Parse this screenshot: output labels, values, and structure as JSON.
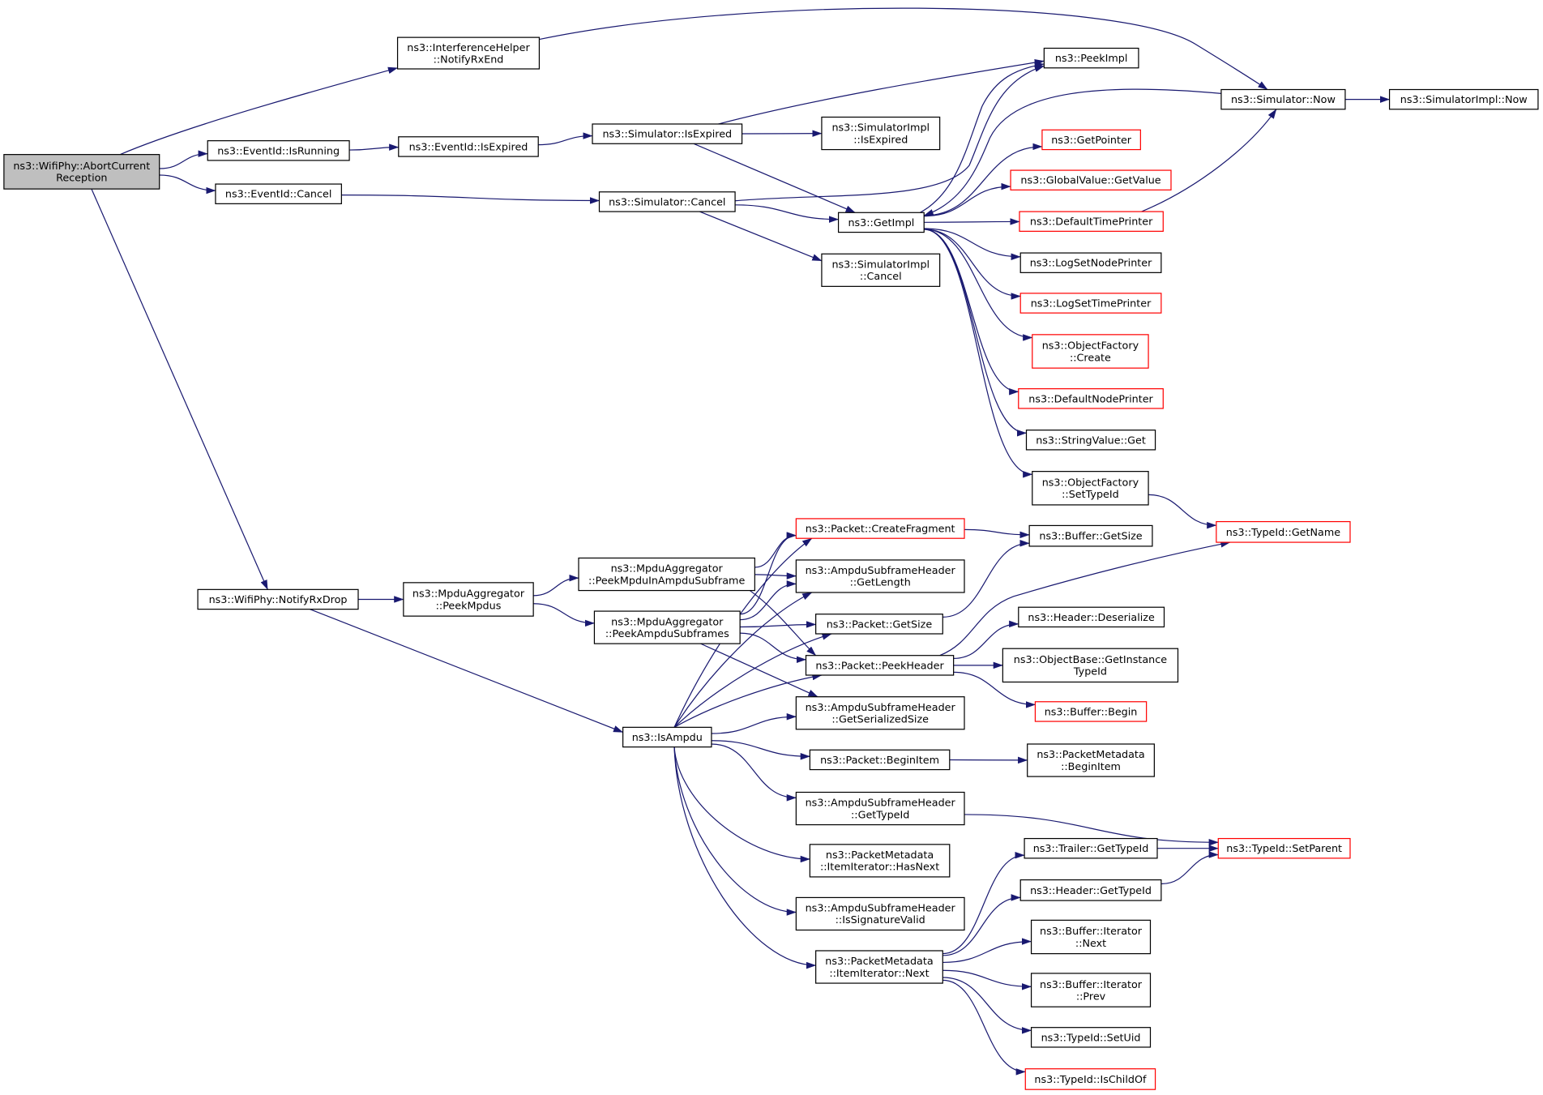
{
  "diagram": {
    "colors": {
      "edge": "#191970",
      "node_border": "#000000",
      "node_fill": "#ffffff",
      "label": "#000000",
      "background": "#ffffff"
    },
    "nodes": [
      {
        "lines": [
          "ns3::WifiPhy::AbortCurrent",
          "Reception"
        ],
        "fill": "#bfbfbf"
      },
      {
        "lines": [
          "ns3::InterferenceHelper",
          "::NotifyRxEnd"
        ]
      },
      {
        "lines": [
          "ns3::EventId::IsRunning"
        ]
      },
      {
        "lines": [
          "ns3::EventId::IsExpired"
        ]
      },
      {
        "lines": [
          "ns3::Simulator::IsExpired"
        ]
      },
      {
        "lines": [
          "ns3::SimulatorImpl",
          "::IsExpired"
        ]
      },
      {
        "lines": [
          "ns3::PeekImpl"
        ]
      },
      {
        "lines": [
          "ns3::Simulator::Now"
        ]
      },
      {
        "lines": [
          "ns3::SimulatorImpl::Now"
        ]
      },
      {
        "lines": [
          "ns3::GetPointer"
        ],
        "border": "#ff0000"
      },
      {
        "lines": [
          "ns3::GlobalValue::GetValue"
        ],
        "border": "#ff0000"
      },
      {
        "lines": [
          "ns3::EventId::Cancel"
        ]
      },
      {
        "lines": [
          "ns3::Simulator::Cancel"
        ]
      },
      {
        "lines": [
          "ns3::GetImpl"
        ]
      },
      {
        "lines": [
          "ns3::DefaultTimePrinter"
        ],
        "border": "#ff0000"
      },
      {
        "lines": [
          "ns3::LogSetNodePrinter"
        ]
      },
      {
        "lines": [
          "ns3::SimulatorImpl",
          "::Cancel"
        ]
      },
      {
        "lines": [
          "ns3::LogSetTimePrinter"
        ],
        "border": "#ff0000"
      },
      {
        "lines": [
          "ns3::ObjectFactory",
          "::Create"
        ],
        "border": "#ff0000"
      },
      {
        "lines": [
          "ns3::DefaultNodePrinter"
        ],
        "border": "#ff0000"
      },
      {
        "lines": [
          "ns3::StringValue::Get"
        ]
      },
      {
        "lines": [
          "ns3::ObjectFactory",
          "::SetTypeId"
        ]
      },
      {
        "lines": [
          "ns3::TypeId::GetName"
        ],
        "border": "#ff0000"
      },
      {
        "lines": [
          "ns3::Packet::CreateFragment"
        ],
        "border": "#ff0000"
      },
      {
        "lines": [
          "ns3::Buffer::GetSize"
        ]
      },
      {
        "lines": [
          "ns3::MpduAggregator",
          "::PeekMpduInAmpduSubframe"
        ]
      },
      {
        "lines": [
          "ns3::AmpduSubframeHeader",
          "::GetLength"
        ]
      },
      {
        "lines": [
          "ns3::WifiPhy::NotifyRxDrop"
        ]
      },
      {
        "lines": [
          "ns3::MpduAggregator",
          "::PeekMpdus"
        ]
      },
      {
        "lines": [
          "ns3::MpduAggregator",
          "::PeekAmpduSubframes"
        ]
      },
      {
        "lines": [
          "ns3::Packet::GetSize"
        ]
      },
      {
        "lines": [
          "ns3::Header::Deserialize"
        ]
      },
      {
        "lines": [
          "ns3::Packet::PeekHeader"
        ]
      },
      {
        "lines": [
          "ns3::ObjectBase::GetInstance",
          "TypeId"
        ]
      },
      {
        "lines": [
          "ns3::Buffer::Begin"
        ],
        "border": "#ff0000"
      },
      {
        "lines": [
          "ns3::AmpduSubframeHeader",
          "::GetSerializedSize"
        ]
      },
      {
        "lines": [
          "ns3::IsAmpdu"
        ]
      },
      {
        "lines": [
          "ns3::Packet::BeginItem"
        ]
      },
      {
        "lines": [
          "ns3::PacketMetadata",
          "::BeginItem"
        ]
      },
      {
        "lines": [
          "ns3::AmpduSubframeHeader",
          "::GetTypeId"
        ]
      },
      {
        "lines": [
          "ns3::TypeId::SetParent"
        ],
        "border": "#ff0000"
      },
      {
        "lines": [
          "ns3::Trailer::GetTypeId"
        ]
      },
      {
        "lines": [
          "ns3::PacketMetadata",
          "::ItemIterator::HasNext"
        ]
      },
      {
        "lines": [
          "ns3::Header::GetTypeId"
        ]
      },
      {
        "lines": [
          "ns3::AmpduSubframeHeader",
          "::IsSignatureValid"
        ]
      },
      {
        "lines": [
          "ns3::Buffer::Iterator",
          "::Next"
        ]
      },
      {
        "lines": [
          "ns3::PacketMetadata",
          "::ItemIterator::Next"
        ]
      },
      {
        "lines": [
          "ns3::Buffer::Iterator",
          "::Prev"
        ]
      },
      {
        "lines": [
          "ns3::TypeId::SetUid"
        ]
      },
      {
        "lines": [
          "ns3::TypeId::IsChildOf"
        ],
        "border": "#ff0000"
      }
    ],
    "edges": [
      [
        0,
        1
      ],
      [
        0,
        2
      ],
      [
        0,
        11
      ],
      [
        0,
        27
      ],
      [
        1,
        7
      ],
      [
        2,
        3
      ],
      [
        3,
        4
      ],
      [
        4,
        5
      ],
      [
        4,
        6
      ],
      [
        4,
        13
      ],
      [
        7,
        8
      ],
      [
        7,
        13
      ],
      [
        11,
        12
      ],
      [
        12,
        13
      ],
      [
        12,
        6
      ],
      [
        12,
        16
      ],
      [
        13,
        6
      ],
      [
        13,
        9
      ],
      [
        13,
        10
      ],
      [
        13,
        14
      ],
      [
        13,
        15
      ],
      [
        13,
        17
      ],
      [
        13,
        18
      ],
      [
        13,
        19
      ],
      [
        13,
        20
      ],
      [
        13,
        21
      ],
      [
        14,
        7
      ],
      [
        21,
        22
      ],
      [
        23,
        24
      ],
      [
        25,
        23
      ],
      [
        25,
        26
      ],
      [
        25,
        32
      ],
      [
        27,
        28
      ],
      [
        27,
        36
      ],
      [
        28,
        25
      ],
      [
        28,
        29
      ],
      [
        29,
        23
      ],
      [
        29,
        26
      ],
      [
        29,
        30
      ],
      [
        29,
        32
      ],
      [
        29,
        35
      ],
      [
        30,
        24
      ],
      [
        32,
        31
      ],
      [
        32,
        33
      ],
      [
        32,
        34
      ],
      [
        32,
        22
      ],
      [
        36,
        23
      ],
      [
        36,
        26
      ],
      [
        36,
        30
      ],
      [
        36,
        32
      ],
      [
        36,
        35
      ],
      [
        36,
        37
      ],
      [
        36,
        39
      ],
      [
        36,
        42
      ],
      [
        36,
        44
      ],
      [
        36,
        46
      ],
      [
        37,
        38
      ],
      [
        39,
        40
      ],
      [
        41,
        40
      ],
      [
        43,
        40
      ],
      [
        46,
        41
      ],
      [
        46,
        43
      ],
      [
        46,
        45
      ],
      [
        46,
        47
      ],
      [
        46,
        48
      ],
      [
        46,
        49
      ]
    ]
  }
}
